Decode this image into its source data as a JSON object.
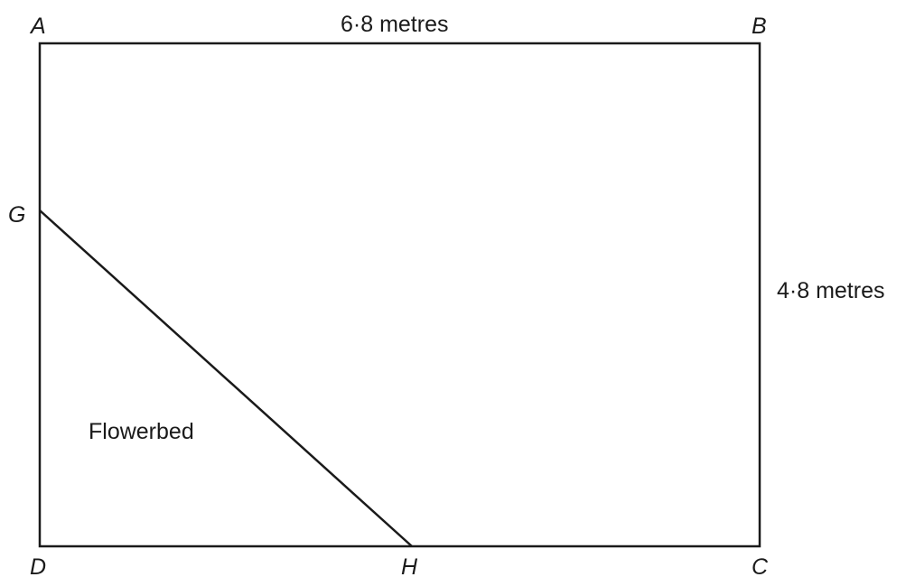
{
  "diagram": {
    "vertices": {
      "a": "A",
      "b": "B",
      "c": "C",
      "d": "D",
      "g": "G",
      "h": "H"
    },
    "measurements": {
      "top_side": "6·8 metres",
      "right_side": "4·8 metres"
    },
    "region_label": "Flowerbed",
    "colors": {
      "stroke": "#1a1a1a",
      "background": "#ffffff"
    }
  }
}
